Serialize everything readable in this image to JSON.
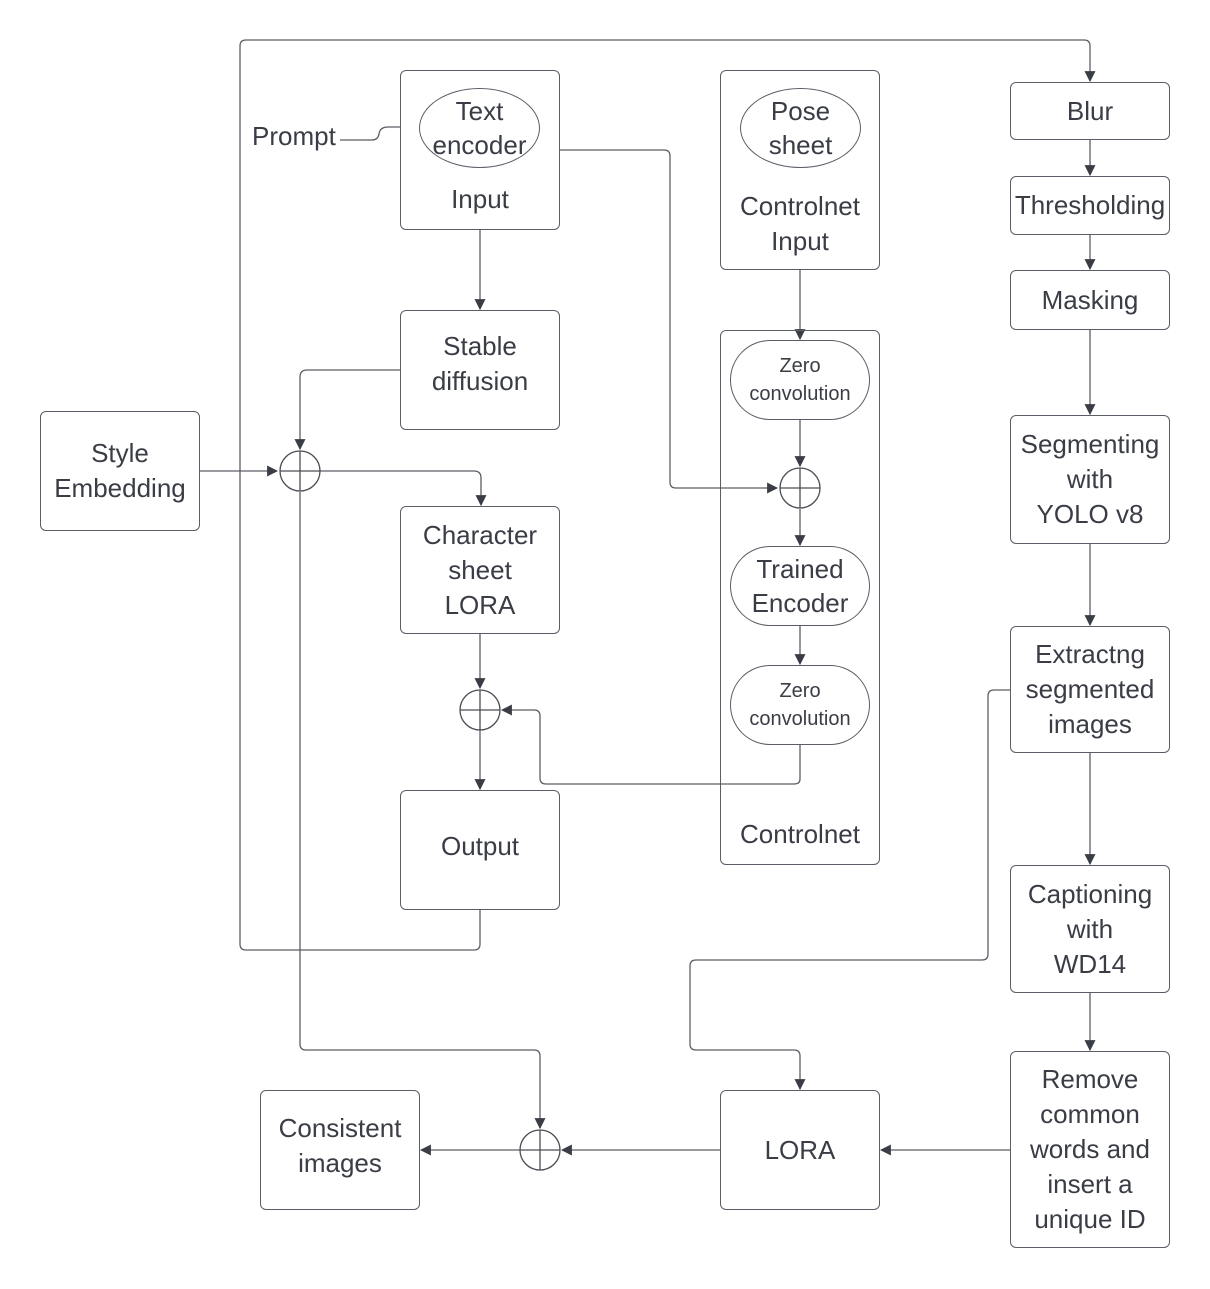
{
  "colors": {
    "line": "#5a5d65",
    "arrow": "#3a3d45",
    "text": "#3a3d45",
    "background": "#ffffff"
  },
  "labels": {
    "prompt": "Prompt",
    "text_encoder": "Text\nencoder",
    "input": "Input",
    "stable_diffusion": "Stable\ndiffusion",
    "style_embedding": "Style\nEmbedding",
    "character_sheet_lora": "Character\nsheet\nLORA",
    "output": "Output",
    "pose_sheet": "Pose\nsheet",
    "controlnet_input": "Controlnet\nInput",
    "zero_convolution_1": "Zero\nconvolution",
    "trained_encoder": "Trained\nEncoder",
    "zero_convolution_2": "Zero\nconvolution",
    "controlnet": "Controlnet",
    "blur": "Blur",
    "thresholding": "Thresholding",
    "masking": "Masking",
    "segmenting": "Segmenting\nwith\nYOLO v8",
    "extracting": "Extractng\nsegmented\nimages",
    "captioning": "Captioning\nwith\nWD14",
    "remove_words": "Remove\ncommon\nwords and\ninsert a\nunique ID",
    "lora": "LORA",
    "consistent_images": "Consistent\nimages"
  },
  "connections": [
    {
      "from": "prompt",
      "to": "text_encoder"
    },
    {
      "from": "input",
      "to": "stable_diffusion"
    },
    {
      "from": "stable_diffusion",
      "to": "sum_1"
    },
    {
      "from": "style_embedding",
      "to": "sum_1"
    },
    {
      "from": "sum_1",
      "to": "character_sheet_lora"
    },
    {
      "from": "character_sheet_lora",
      "to": "sum_2"
    },
    {
      "from": "zero_convolution_2",
      "to": "sum_2"
    },
    {
      "from": "sum_2",
      "to": "output"
    },
    {
      "from": "output",
      "to": "blur"
    },
    {
      "from": "text_encoder",
      "to": "sum_3"
    },
    {
      "from": "controlnet_input",
      "to": "zero_convolution_1"
    },
    {
      "from": "zero_convolution_1",
      "to": "sum_3"
    },
    {
      "from": "sum_3",
      "to": "trained_encoder"
    },
    {
      "from": "trained_encoder",
      "to": "zero_convolution_2"
    },
    {
      "from": "blur",
      "to": "thresholding"
    },
    {
      "from": "thresholding",
      "to": "masking"
    },
    {
      "from": "masking",
      "to": "segmenting"
    },
    {
      "from": "segmenting",
      "to": "extracting"
    },
    {
      "from": "extracting",
      "to": "captioning"
    },
    {
      "from": "extracting",
      "to": "lora"
    },
    {
      "from": "captioning",
      "to": "remove_words"
    },
    {
      "from": "remove_words",
      "to": "lora"
    },
    {
      "from": "lora",
      "to": "sum_4"
    },
    {
      "from": "sum_1",
      "to": "sum_4"
    },
    {
      "from": "sum_4",
      "to": "consistent_images"
    }
  ]
}
